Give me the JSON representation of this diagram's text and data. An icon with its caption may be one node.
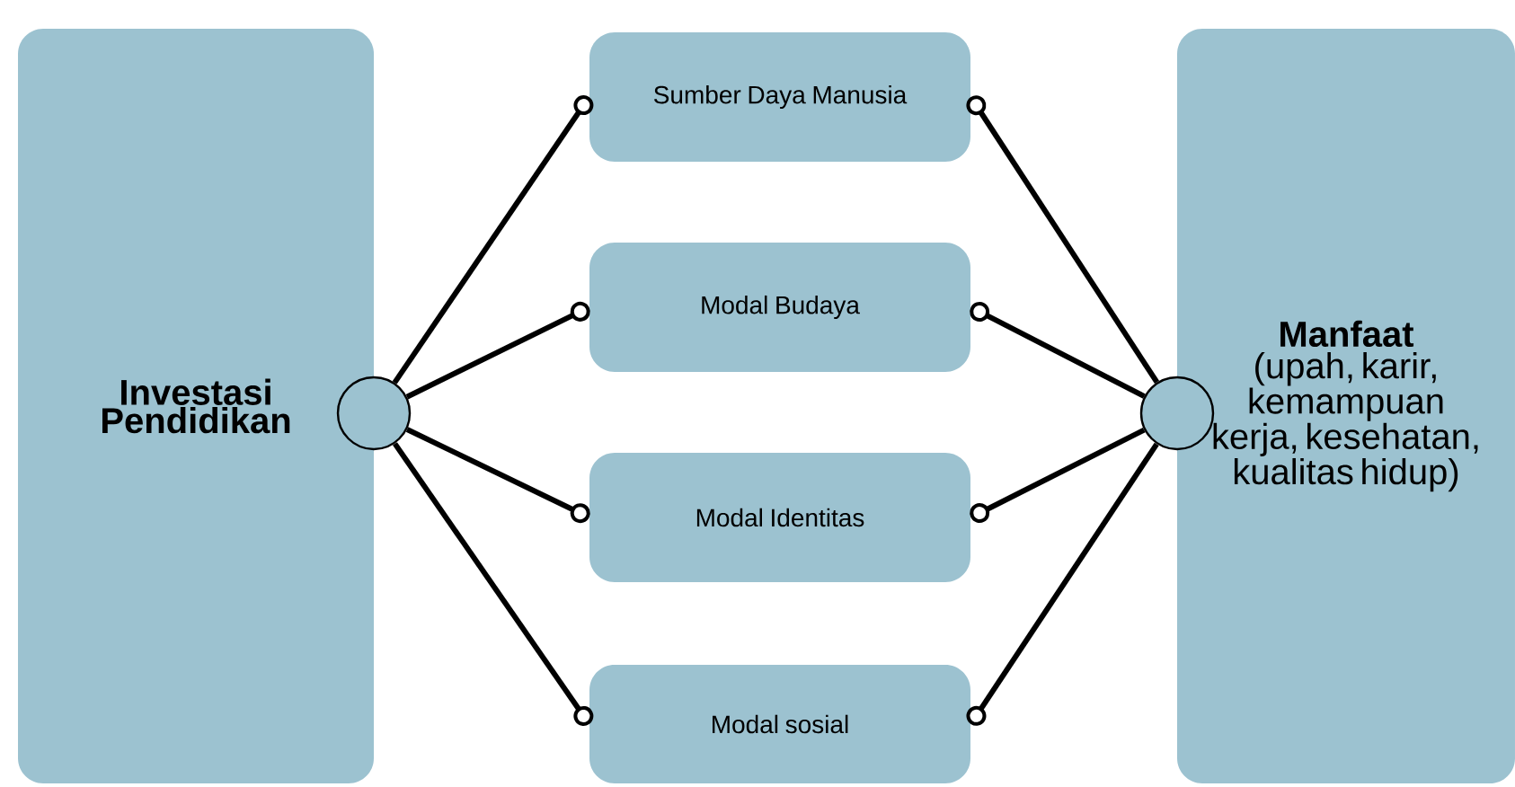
{
  "diagram": {
    "nodes": [
      {
        "text": [
          "Investasi Pendidikan"
        ]
      },
      {
        "text": [],
        "shape": "circle"
      },
      {
        "text": [
          "Sumber Daya Manusia"
        ]
      },
      {
        "text": [
          "Modal Budaya"
        ]
      },
      {
        "text": [
          "Modal Identitas"
        ]
      },
      {
        "text": [
          "Modal sosial"
        ]
      },
      {
        "text": [
          "Manfaat",
          "(upah, karir, kemampuan kerja, kesehatan, kualitas hidup)"
        ]
      },
      {
        "text": [],
        "shape": "circle"
      }
    ],
    "edges": [
      {
        "from": 1,
        "to": 2,
        "arrow": "other"
      },
      {
        "from": 1,
        "to": 3,
        "arrow": "other"
      },
      {
        "from": 1,
        "to": 4,
        "arrow": "other"
      },
      {
        "from": 1,
        "to": 5,
        "arrow": "other"
      },
      {
        "from": 7,
        "to": 2,
        "arrow": "other"
      },
      {
        "from": 7,
        "to": 3,
        "arrow": "other"
      },
      {
        "from": 7,
        "to": 4,
        "arrow": "other"
      },
      {
        "from": 7,
        "to": 5,
        "arrow": "other"
      }
    ]
  }
}
